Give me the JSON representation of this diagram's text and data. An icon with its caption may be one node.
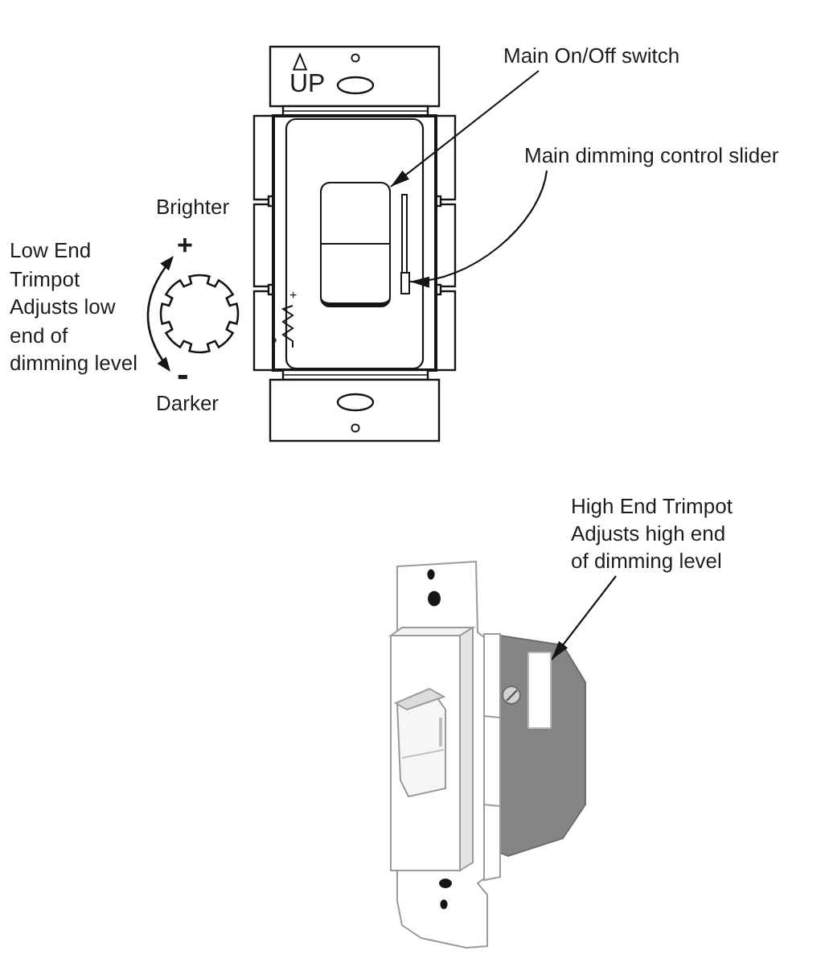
{
  "diagram": {
    "nodes": [
      {
        "text": [
          "Main On/Off switch"
        ]
      },
      {
        "text": [],
        "shape": "box"
      },
      {
        "text": [
          "Main dimming control slider"
        ]
      },
      {
        "text": [],
        "shape": "bar"
      },
      {
        "text": [
          "High End Trimpot Adjusts high end of dimming level"
        ]
      },
      {
        "text": [],
        "shape": "box"
      }
    ],
    "edges": [
      {
        "from": 0,
        "to": 1,
        "arrow": "to"
      },
      {
        "from": 2,
        "to": 3,
        "arrow": "to"
      },
      {
        "from": 4,
        "to": 5,
        "arrow": "to"
      }
    ],
    "labels": [
      "UP",
      "Brighter",
      "+",
      "Low End Trimpot Adjusts low end of dimming level",
      "+",
      "-",
      "-",
      "Darker"
    ]
  }
}
